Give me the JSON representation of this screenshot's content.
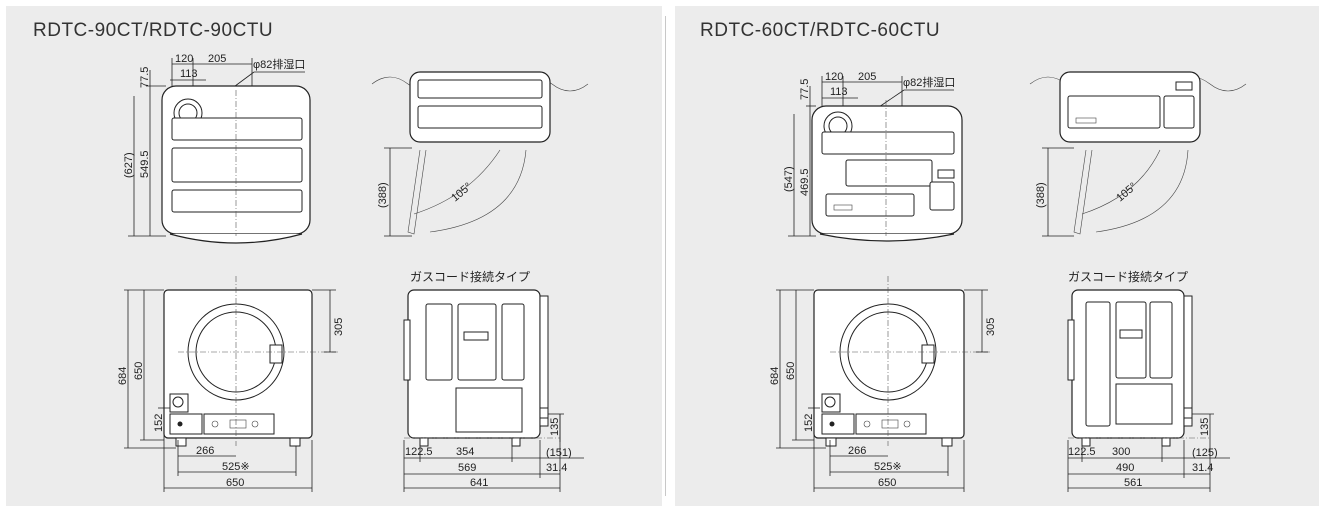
{
  "models": [
    {
      "title": "RDTC-90CT/RDTC-90CTU",
      "top_dims": {
        "a": "120",
        "b": "205",
        "c": "113",
        "vent": "φ82排湿口",
        "h1": "77.5",
        "h2": "(627)",
        "h3": "549.5"
      },
      "side_top": {
        "h": "(388)",
        "angle": "105°"
      },
      "front": {
        "h1": "684",
        "h2": "650",
        "h3": "305",
        "h4": "152",
        "w1": "266",
        "w2": "525※",
        "w3": "650"
      },
      "side": {
        "label": "ガスコード接続タイプ",
        "w1": "122.5",
        "w2": "354",
        "w3": "569",
        "w4": "641",
        "h1": "135",
        "h2": "(151)",
        "h3": "31.4"
      }
    },
    {
      "title": "RDTC-60CT/RDTC-60CTU",
      "top_dims": {
        "a": "120",
        "b": "205",
        "c": "113",
        "vent": "φ82排湿口",
        "h1": "77.5",
        "h2": "(547)",
        "h3": "469.5"
      },
      "side_top": {
        "h": "(388)",
        "angle": "105°"
      },
      "front": {
        "h1": "684",
        "h2": "650",
        "h3": "305",
        "h4": "152",
        "w1": "266",
        "w2": "525※",
        "w3": "650"
      },
      "side": {
        "label": "ガスコード接続タイプ",
        "w1": "122.5",
        "w2": "300",
        "w3": "490",
        "w4": "561",
        "h1": "135",
        "h2": "(125)",
        "h3": "31.4"
      }
    }
  ]
}
